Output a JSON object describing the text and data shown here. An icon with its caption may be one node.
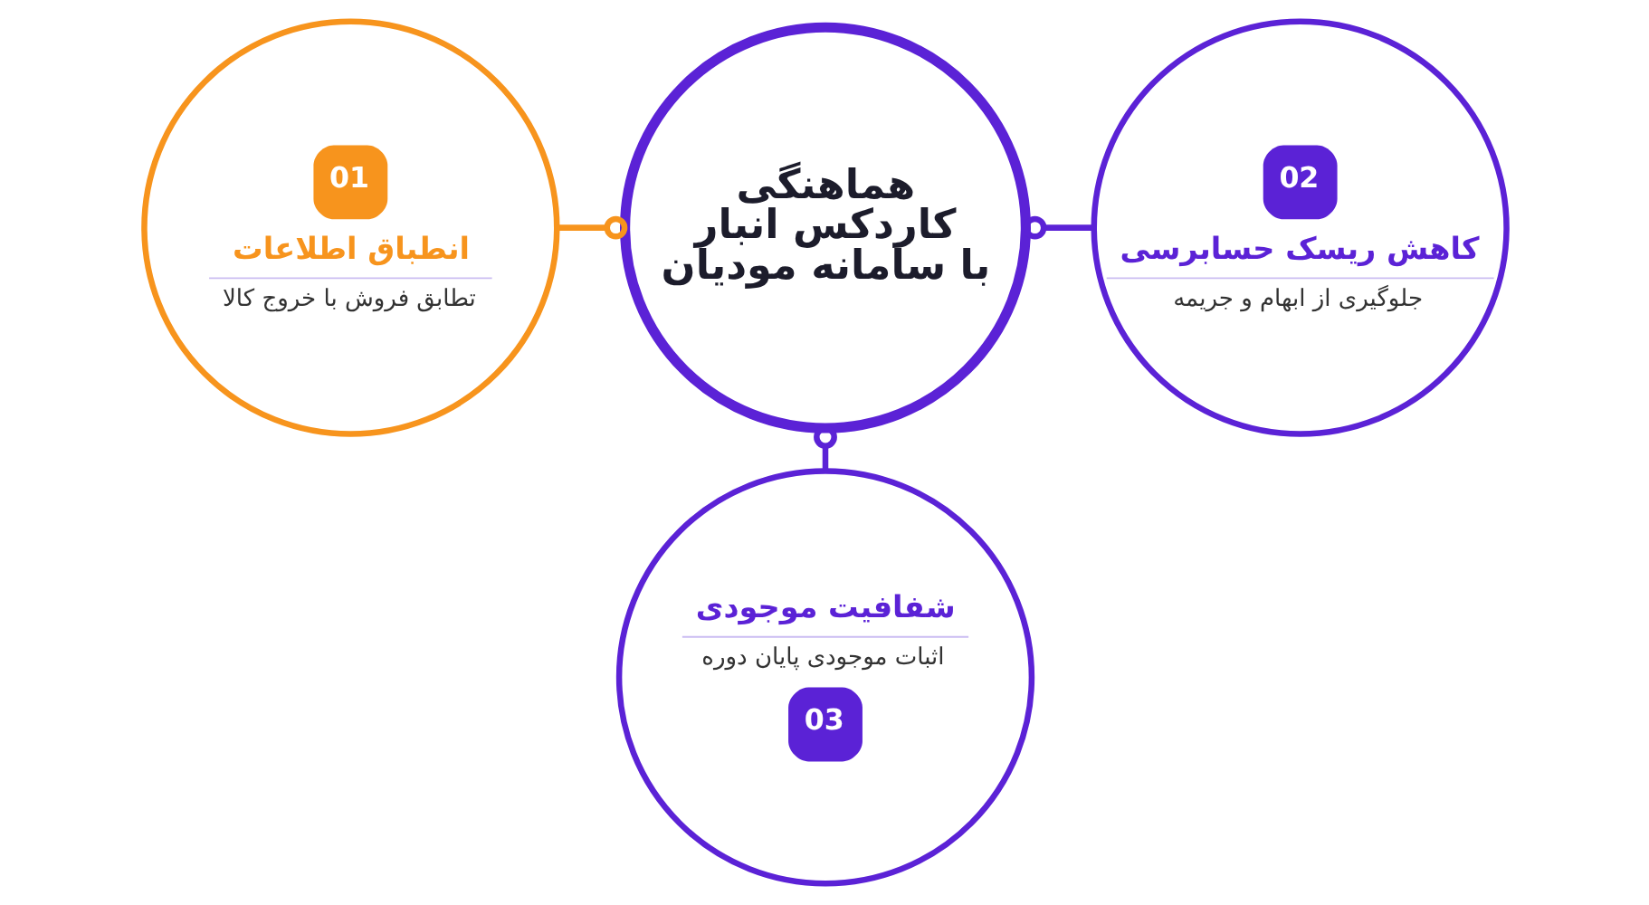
{
  "diagram": {
    "nodes": [
      {
        "text": [
          "هماهنگی کاردکس انبار با سامانه مودیان"
        ]
      },
      {
        "text": [
          "01",
          "انطباق اطلاعات",
          "تطابق فروش با خروج کالا"
        ]
      },
      {
        "text": [
          "02",
          "کاهش ریسک حسابرسی",
          "جلوگیری از ابهام و جریمه"
        ]
      },
      {
        "text": [
          "شفافیت موجودی",
          "اثبات موجودی پایان دوره",
          "03"
        ]
      }
    ],
    "edges": [
      {
        "from": 1,
        "to": 0,
        "arrow": "other",
        "color": "#f7941d"
      },
      {
        "from": 0,
        "to": 2,
        "arrow": "other"
      },
      {
        "from": 0,
        "to": 3,
        "arrow": "other"
      }
    ]
  }
}
